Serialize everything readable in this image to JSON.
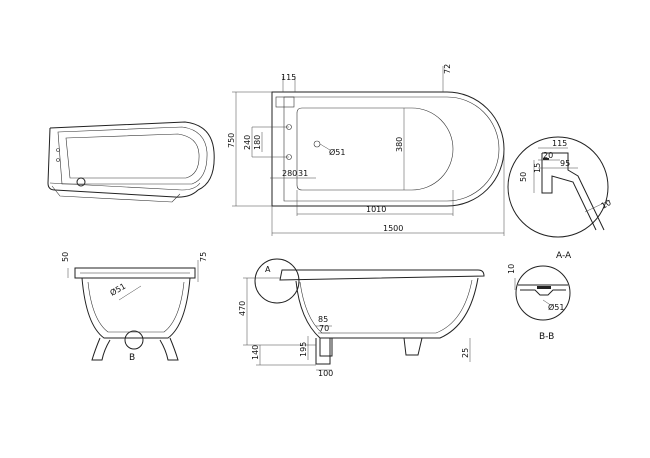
{
  "dimensions": {
    "top_115": "115",
    "top_72": "72",
    "left_750": "750",
    "left_240": "240",
    "left_180": "180",
    "waste_51": "Ø51",
    "drain_280": "280",
    "drain_31": "31",
    "inner_380": "380",
    "inner_1010": "1010",
    "overall_1500": "1500",
    "end_50": "50",
    "end_75": "75",
    "end_51": "Ø51",
    "side_470": "470",
    "side_85": "85",
    "side_70": "70",
    "side_195": "195",
    "side_140": "140",
    "side_100": "100",
    "side_25": "25",
    "aa_115": "115",
    "aa_20": "20",
    "aa_95": "95",
    "aa_15": "15",
    "aa_50": "50",
    "aa_10": "10",
    "bb_10": "10",
    "bb_51": "Ø51"
  },
  "labels": {
    "section_a_marker": "A",
    "section_b_marker": "B",
    "section_aa": "A-A",
    "section_bb": "B-B"
  }
}
